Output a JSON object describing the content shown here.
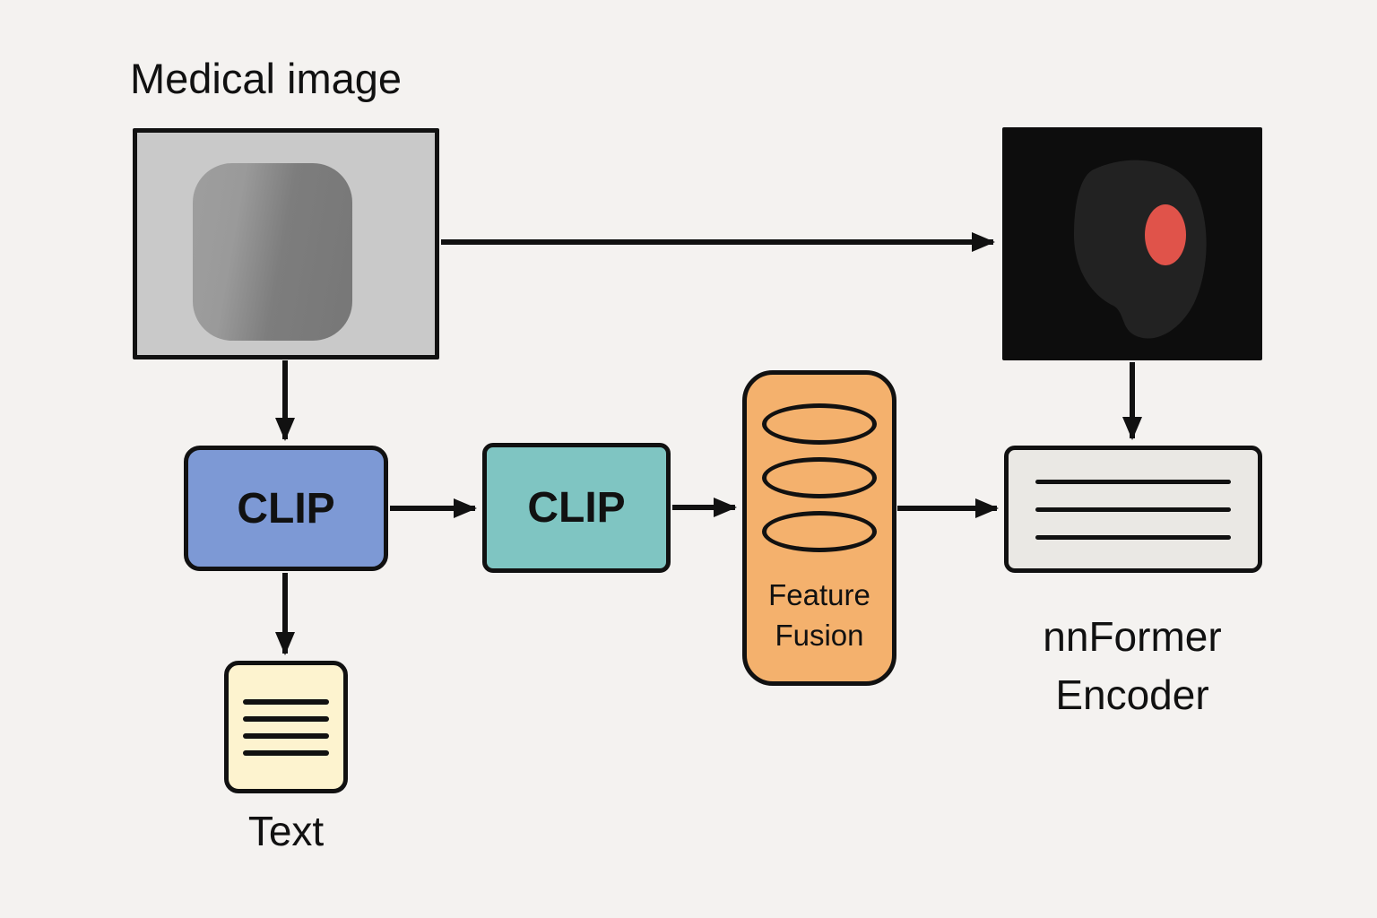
{
  "colors": {
    "background": "#f4f2f0",
    "outline": "#111111",
    "medical_box_fill": "#c9c9c9",
    "scan_fill": "#8a8a8a",
    "segmentation_bg": "#0d0d0d",
    "lung_fill": "#222222",
    "lesion_fill": "#e0534a",
    "clip_image_fill": "#7d99d5",
    "clip_text_fill": "#7fc5c2",
    "fusion_fill": "#f4b16d",
    "nnformer_fill": "#eae8e4",
    "text_doc_fill": "#fdf3cf"
  },
  "nodes": {
    "medical_image": {
      "label": "Medical image"
    },
    "clip_a": {
      "label": "CLIP"
    },
    "clip_b": {
      "label": "CLIP"
    },
    "feature_fusion": {
      "label": "Feature Fusion"
    },
    "nnformer": {
      "label": "nnFormer Encoder"
    },
    "text_doc": {
      "label": "Text"
    }
  }
}
